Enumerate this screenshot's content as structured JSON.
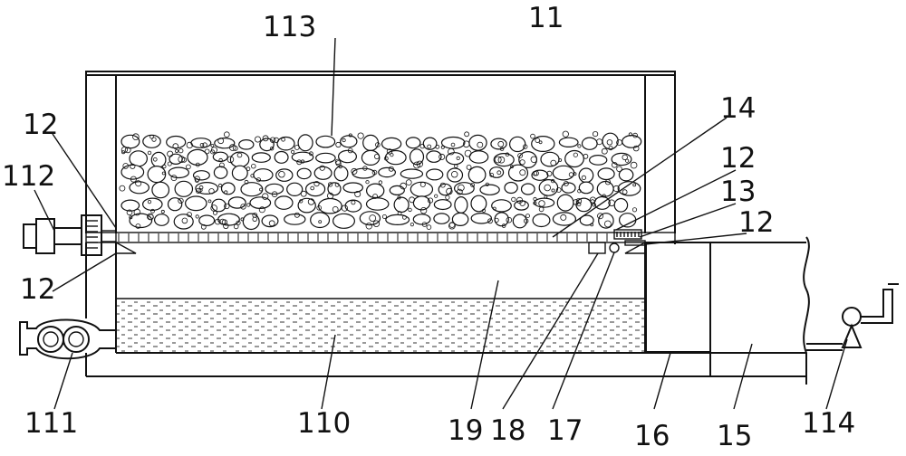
{
  "labels": {
    "l11": "11",
    "l113": "113",
    "l14": "14",
    "l12a": "12",
    "l112": "112",
    "l12b": "12",
    "l13": "13",
    "l12c": "12",
    "l12d": "12",
    "l111": "111",
    "l110": "110",
    "l19": "19",
    "l18": "18",
    "l17": "17",
    "l16": "16",
    "l15": "15",
    "l114": "114"
  }
}
